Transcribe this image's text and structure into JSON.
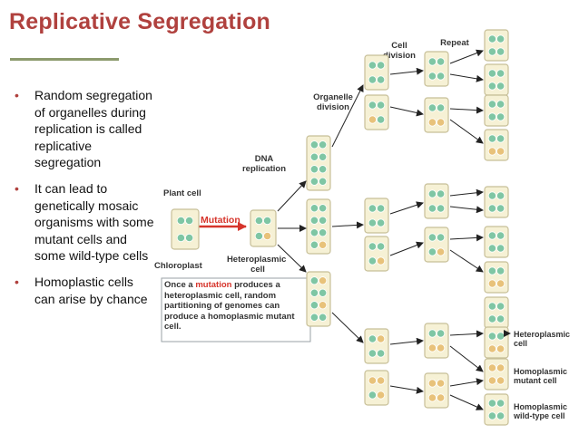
{
  "title": "Replicative Segregation",
  "bullets": [
    "Random segregation of organelles during replication is called replicative segregation",
    "It can lead to genetically mosaic organisms with some mutant cells and some wild-type cells",
    "Homoplastic cells can arise by chance"
  ],
  "diagram": {
    "labels": {
      "plant_cell": "Plant cell",
      "mutation": "Mutation",
      "chloroplast": "Chloroplast",
      "heteroplasmic_cell": "Heteroplasmic cell",
      "dna_replication": "DNA replication",
      "organelle_division": "Organelle division",
      "cell_division": "Cell division",
      "repeat": "Repeat"
    },
    "callout": {
      "pre": "Once a ",
      "highlight": "mutation",
      "post": " produces a heteroplasmic cell, random partitioning of genomes can produce a homoplasmic mutant cell."
    },
    "legend": {
      "heteroplasmic": "Heteroplasmic cell",
      "homoplasmic_mutant": "Homoplasmic mutant cell",
      "homoplasmic_wild": "Homoplasmic wild-type cell"
    },
    "colors": {
      "wild_type": "#7fc6a4",
      "mutant": "#e8c27a",
      "cell_fill": "#f6f1d5",
      "cell_border": "#c7bf98",
      "mutation_red": "#d6342b"
    }
  }
}
